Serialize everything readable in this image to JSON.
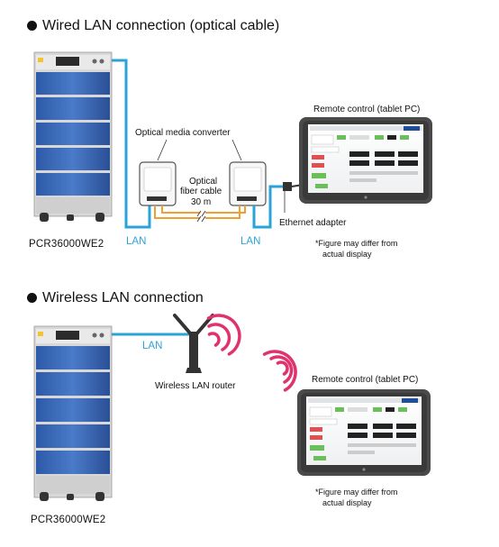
{
  "sections": {
    "wired": {
      "heading": "Wired LAN connection (optical cable)",
      "converter_label": "Optical media converter",
      "fiber_label_line1": "Optical",
      "fiber_label_line2": "fiber cable",
      "fiber_label_line3": "30 m",
      "lan_left": "LAN",
      "lan_right": "LAN",
      "model": "PCR36000WE2",
      "tablet_label": "Remote control (tablet PC)",
      "ethernet_label": "Ethernet adapter",
      "note_line1": "*Figure may differ from",
      "note_line2": "actual display"
    },
    "wireless": {
      "heading": "Wireless LAN connection",
      "lan": "LAN",
      "router_label": "Wireless LAN router",
      "model": "PCR36000WE2",
      "tablet_label": "Remote control (tablet PC)",
      "note_line1": "*Figure may differ from",
      "note_line2": "actual display"
    }
  },
  "colors": {
    "cable_blue": "#2aa3d8",
    "fiber_orange": "#f0a030",
    "wifi_pink": "#e0326e",
    "chassis_blue": "#3a66b0"
  },
  "icons": [
    "power-supply-unit",
    "media-converter",
    "tablet",
    "wifi-waves",
    "router-antenna"
  ]
}
